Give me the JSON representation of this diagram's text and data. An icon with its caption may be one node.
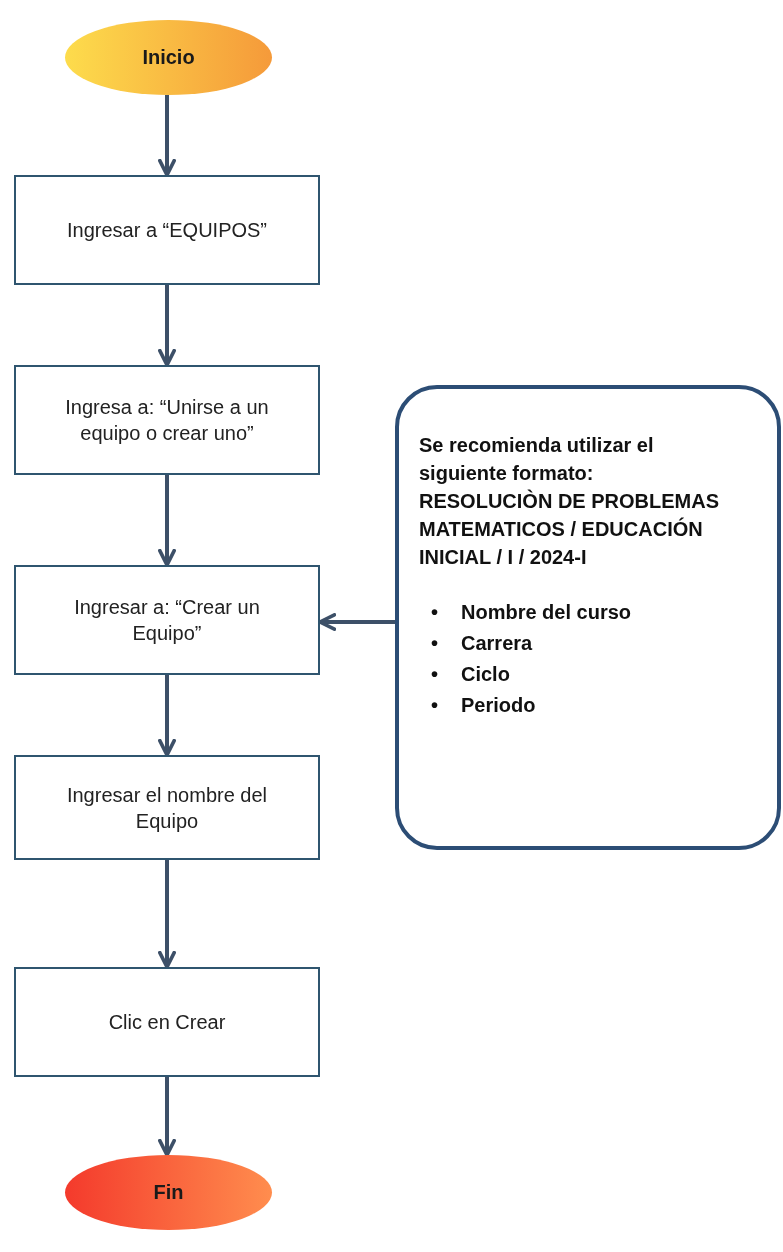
{
  "diagram": {
    "nodes": [
      {
        "text": [
          "Inicio"
        ]
      },
      {
        "text": [
          "Ingresar a “EQUIPOS”"
        ]
      },
      {
        "text": [
          "Ingresa a: “Unirse a un equipo o crear uno”"
        ]
      },
      {
        "text": [
          "Ingresar a: “Crear un Equipo”"
        ]
      },
      {
        "text": [
          "Ingresar el nombre del Equipo"
        ]
      },
      {
        "text": [
          "Clic en Crear"
        ]
      },
      {
        "text": [
          "Fin"
        ]
      },
      {
        "text": [
          "Se recomienda utilizar el siguiente formato:",
          "RESOLUCIÒN DE PROBLEMAS MATEMATICOS / EDUCACIÓN INICIAL / I / 2024-I",
          "•",
          "Nombre del curso",
          "•",
          "Carrera",
          "•",
          "Ciclo",
          "•",
          "Periodo"
        ]
      }
    ],
    "edges": [
      {
        "from": 0,
        "to": 1,
        "arrow": "to"
      },
      {
        "from": 1,
        "to": 2,
        "arrow": "to"
      },
      {
        "from": 2,
        "to": 3,
        "arrow": "to"
      },
      {
        "from": 3,
        "to": 4,
        "arrow": "to"
      },
      {
        "from": 4,
        "to": 5,
        "arrow": "to"
      },
      {
        "from": 5,
        "to": 6,
        "arrow": "to"
      },
      {
        "from": 7,
        "to": 3,
        "arrow": "to"
      }
    ]
  }
}
